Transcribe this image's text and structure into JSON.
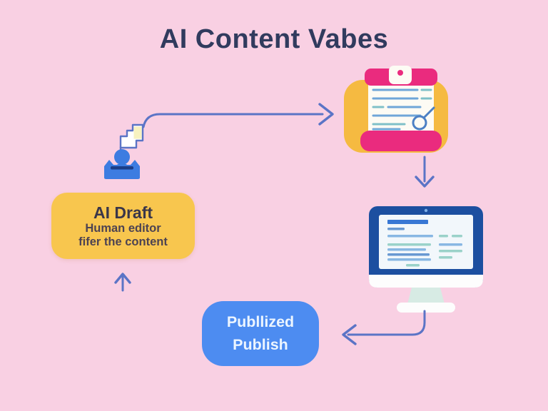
{
  "title": "AI Content Vabes",
  "diagram": {
    "draft_node": {
      "title": "AI Draft",
      "subtitle1": "Human editor",
      "subtitle2": "fifer the content"
    },
    "publish_node": {
      "line1": "Publlized",
      "line2": "Publish"
    },
    "icons": [
      "author-stamp-icon",
      "clipboard-review-icon",
      "monitor-display-icon"
    ]
  },
  "colors": {
    "background": "#f9d0e3",
    "title_text": "#313b5e",
    "draft_box_yellow": "#f8c64e",
    "publish_box_blue": "#4d8cf1",
    "clipboard_pink": "#ea2b7e",
    "clipboard_blob_yellow": "#f5ba41",
    "monitor_frame_navy": "#1c4fa0",
    "icon_blue": "#3d7ce1",
    "arrow_blue": "#5b74c6"
  }
}
